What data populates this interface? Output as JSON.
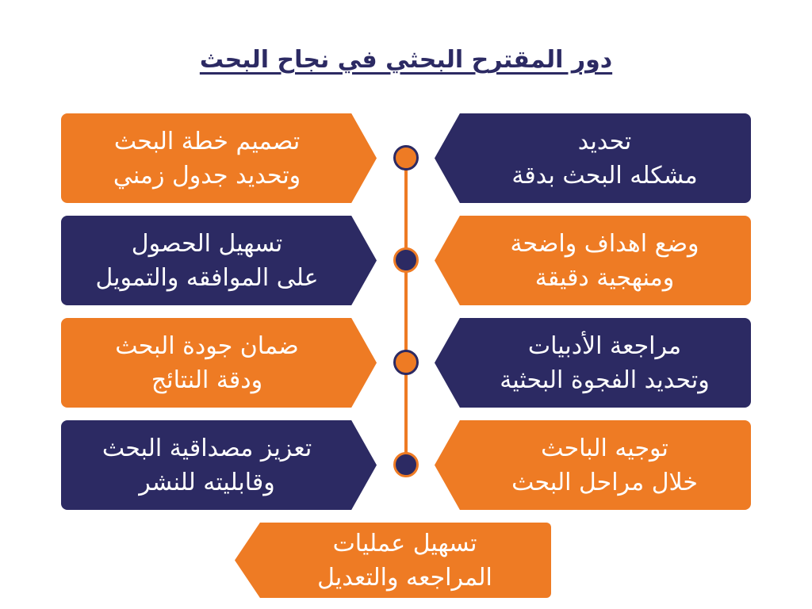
{
  "title": "دور المقترح البحثي في نجاح البحث",
  "colors": {
    "orange": "#ee7b24",
    "navy": "#2c2a63"
  },
  "left_items": [
    {
      "line1": "تصميم خطة البحث",
      "line2": "وتحديد جدول زمني"
    },
    {
      "line1": "تسهيل الحصول",
      "line2": "على الموافقه والتمويل"
    },
    {
      "line1": "ضمان جودة البحث",
      "line2": "ودقة النتائج"
    },
    {
      "line1": "تعزيز مصداقية البحث",
      "line2": "وقابليته للنشر"
    }
  ],
  "right_items": [
    {
      "line1": "تحديد",
      "line2": "مشكله البحث بدقة"
    },
    {
      "line1": "وضع اهداف واضحة",
      "line2": "ومنهجية دقيقة"
    },
    {
      "line1": "مراجعة الأدبيات",
      "line2": "وتحديد الفجوة البحثية"
    },
    {
      "line1": "توجيه الباحث",
      "line2": "خلال مراحل البحث"
    }
  ],
  "bottom_item": {
    "line1": "تسهيل عمليات",
    "line2": "المراجعه والتعديل"
  }
}
